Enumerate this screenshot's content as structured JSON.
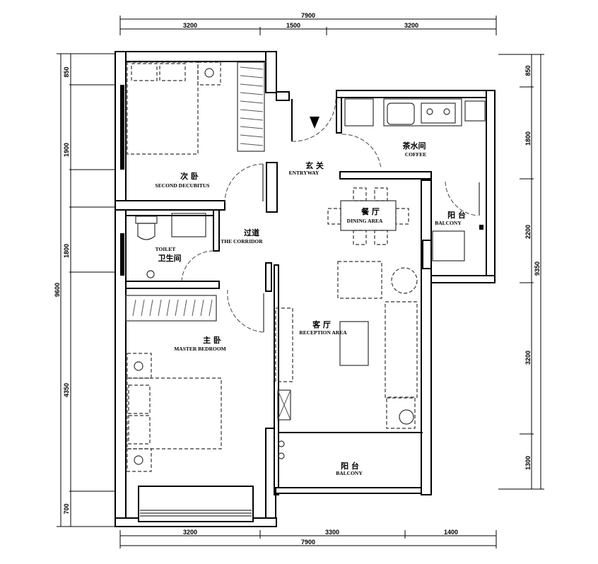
{
  "dimensions": {
    "top_total": "7900",
    "top_segments": [
      "3200",
      "1500",
      "3200"
    ],
    "bottom_segments": [
      "3200",
      "3300",
      "1400"
    ],
    "bottom_total": "7900",
    "left_segments": [
      "850",
      "1900",
      "1800",
      "4350",
      "700"
    ],
    "left_total": "9600",
    "right_segments": [
      "850",
      "1800",
      "2200",
      "3200",
      "1300"
    ],
    "right_total": "9350"
  },
  "rooms": {
    "second_bedroom": {
      "cn": "次 卧",
      "en": "SECOND DECUBITUS"
    },
    "entryway": {
      "cn": "玄 关",
      "en": "ENTRYWAY"
    },
    "coffee": {
      "cn": "茶水间",
      "en": "COFFEE"
    },
    "dining": {
      "cn": "餐 厅",
      "en": "DINING AREA"
    },
    "balcony_small": {
      "cn": "阳 台",
      "en": "BALCONY"
    },
    "corridor": {
      "cn": "过道",
      "en": "THE CORRIDOR"
    },
    "toilet": {
      "cn": "卫生间",
      "en": "TOILET"
    },
    "master_bedroom": {
      "cn": "主 卧",
      "en": "MASTER BEDROOM"
    },
    "reception": {
      "cn": "客 厅",
      "en": "RECEPTION AREA"
    },
    "balcony_large": {
      "cn": "阳 台",
      "en": "BALCONY"
    }
  }
}
